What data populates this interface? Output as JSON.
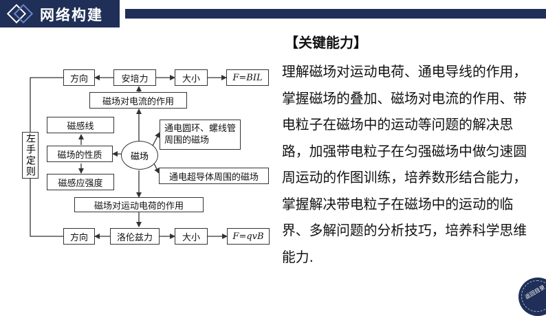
{
  "header": {
    "title": "网络构建"
  },
  "diagram": {
    "top_direction": "方向",
    "ampere_force": "安培力",
    "top_magnitude": "大小",
    "top_formula": "F=BIL",
    "current_action": "磁场对电流的作用",
    "field_lines": "磁感线",
    "field_properties": "磁场的性质",
    "field_intensity": "磁感应强度",
    "center": "磁场",
    "ring_field": "通电圆环、螺线管周围的磁场",
    "superconductor_field": "通电超导体周围的磁场",
    "charge_action": "磁场对运动电荷的作用",
    "bottom_direction": "方向",
    "lorentz_force": "洛伦兹力",
    "bottom_magnitude": "大小",
    "bottom_formula": "F=qvB",
    "left_hand_rule": "左手定则"
  },
  "right_panel": {
    "heading": "【关键能力】",
    "body": "理解磁场对运动电荷、通电导线的作用，掌握磁场的叠加、磁场对电流的作用、带电粒子在磁场中的运动等问题的解决思路，加强带电粒子在匀强磁场中做匀速圆周运动的作图训练，培养数形结合能力，掌握解决带电粒子在磁场中的运动的临界、多解问题的分析技巧，培养科学思维能力."
  },
  "badge": {
    "label": "返回目录"
  },
  "colors": {
    "navy": "#1f2f57",
    "line": "#333333"
  }
}
